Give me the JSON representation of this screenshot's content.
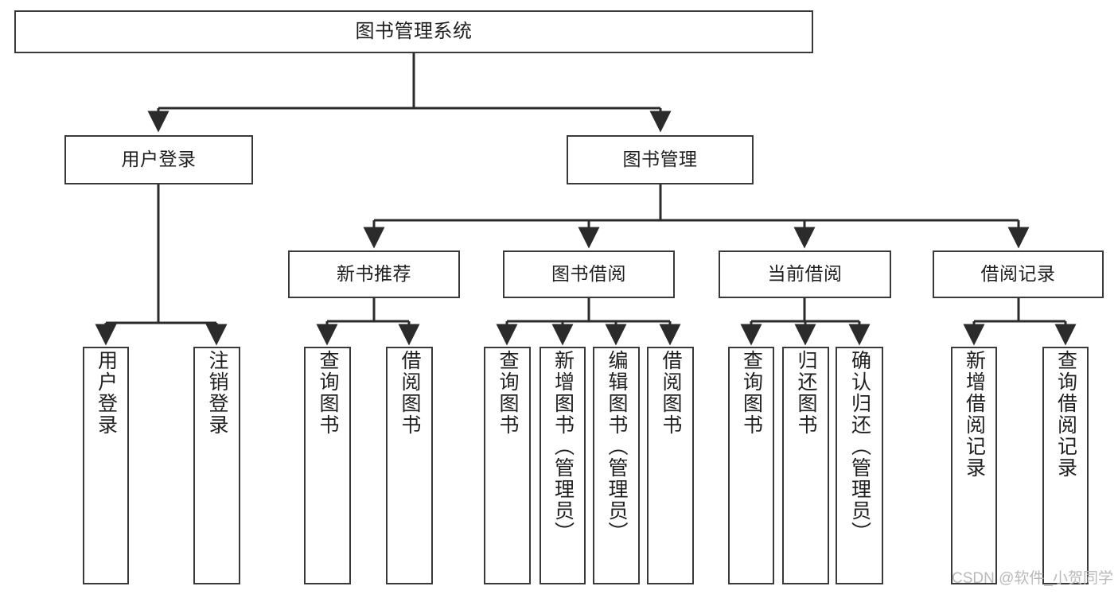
{
  "diagram": {
    "title": "图书管理系统",
    "type": "tree",
    "orientation": "top-down",
    "colors": {
      "box_border": "#3a3a3a",
      "box_fill": "#ffffff",
      "edge": "#2b2b2b",
      "text": "#1f1f1f",
      "watermark": "#b9b9b9",
      "background": "#ffffff"
    },
    "nodes": {
      "root": {
        "label": "图书管理系统",
        "level": 1
      },
      "level2": [
        {
          "id": "user-login",
          "label": "用户登录"
        },
        {
          "id": "book-manage",
          "label": "图书管理"
        }
      ],
      "level3": [
        {
          "id": "new-book-rec",
          "label": "新书推荐",
          "parent": "book-manage"
        },
        {
          "id": "book-borrow",
          "label": "图书借阅",
          "parent": "book-manage"
        },
        {
          "id": "current-borrow",
          "label": "当前借阅",
          "parent": "book-manage"
        },
        {
          "id": "borrow-record",
          "label": "借阅记录",
          "parent": "book-manage"
        }
      ],
      "leaves": [
        {
          "id": "leaf-user-login",
          "label": "用户登录",
          "parent": "user-login"
        },
        {
          "id": "leaf-user-logout",
          "label": "注销登录",
          "parent": "user-login"
        },
        {
          "id": "leaf-query-book-1",
          "label": "查询图书",
          "parent": "new-book-rec"
        },
        {
          "id": "leaf-borrow-book-1",
          "label": "借阅图书",
          "parent": "new-book-rec"
        },
        {
          "id": "leaf-query-book-2",
          "label": "查询图书",
          "parent": "book-borrow"
        },
        {
          "id": "leaf-add-book",
          "label": "新增图书（管理员）",
          "parent": "book-borrow"
        },
        {
          "id": "leaf-edit-book",
          "label": "编辑图书（管理员）",
          "parent": "book-borrow"
        },
        {
          "id": "leaf-borrow-book-2",
          "label": "借阅图书",
          "parent": "book-borrow"
        },
        {
          "id": "leaf-query-book-3",
          "label": "查询图书",
          "parent": "current-borrow"
        },
        {
          "id": "leaf-return-book",
          "label": "归还图书",
          "parent": "current-borrow"
        },
        {
          "id": "leaf-confirm-return",
          "label": "确认归还（管理员）",
          "parent": "current-borrow"
        },
        {
          "id": "leaf-add-record",
          "label": "新增借阅记录",
          "parent": "borrow-record"
        },
        {
          "id": "leaf-query-record",
          "label": "查询借阅记录",
          "parent": "borrow-record"
        }
      ]
    }
  },
  "watermark": {
    "text": "CSDN @软件_小贺同学"
  }
}
